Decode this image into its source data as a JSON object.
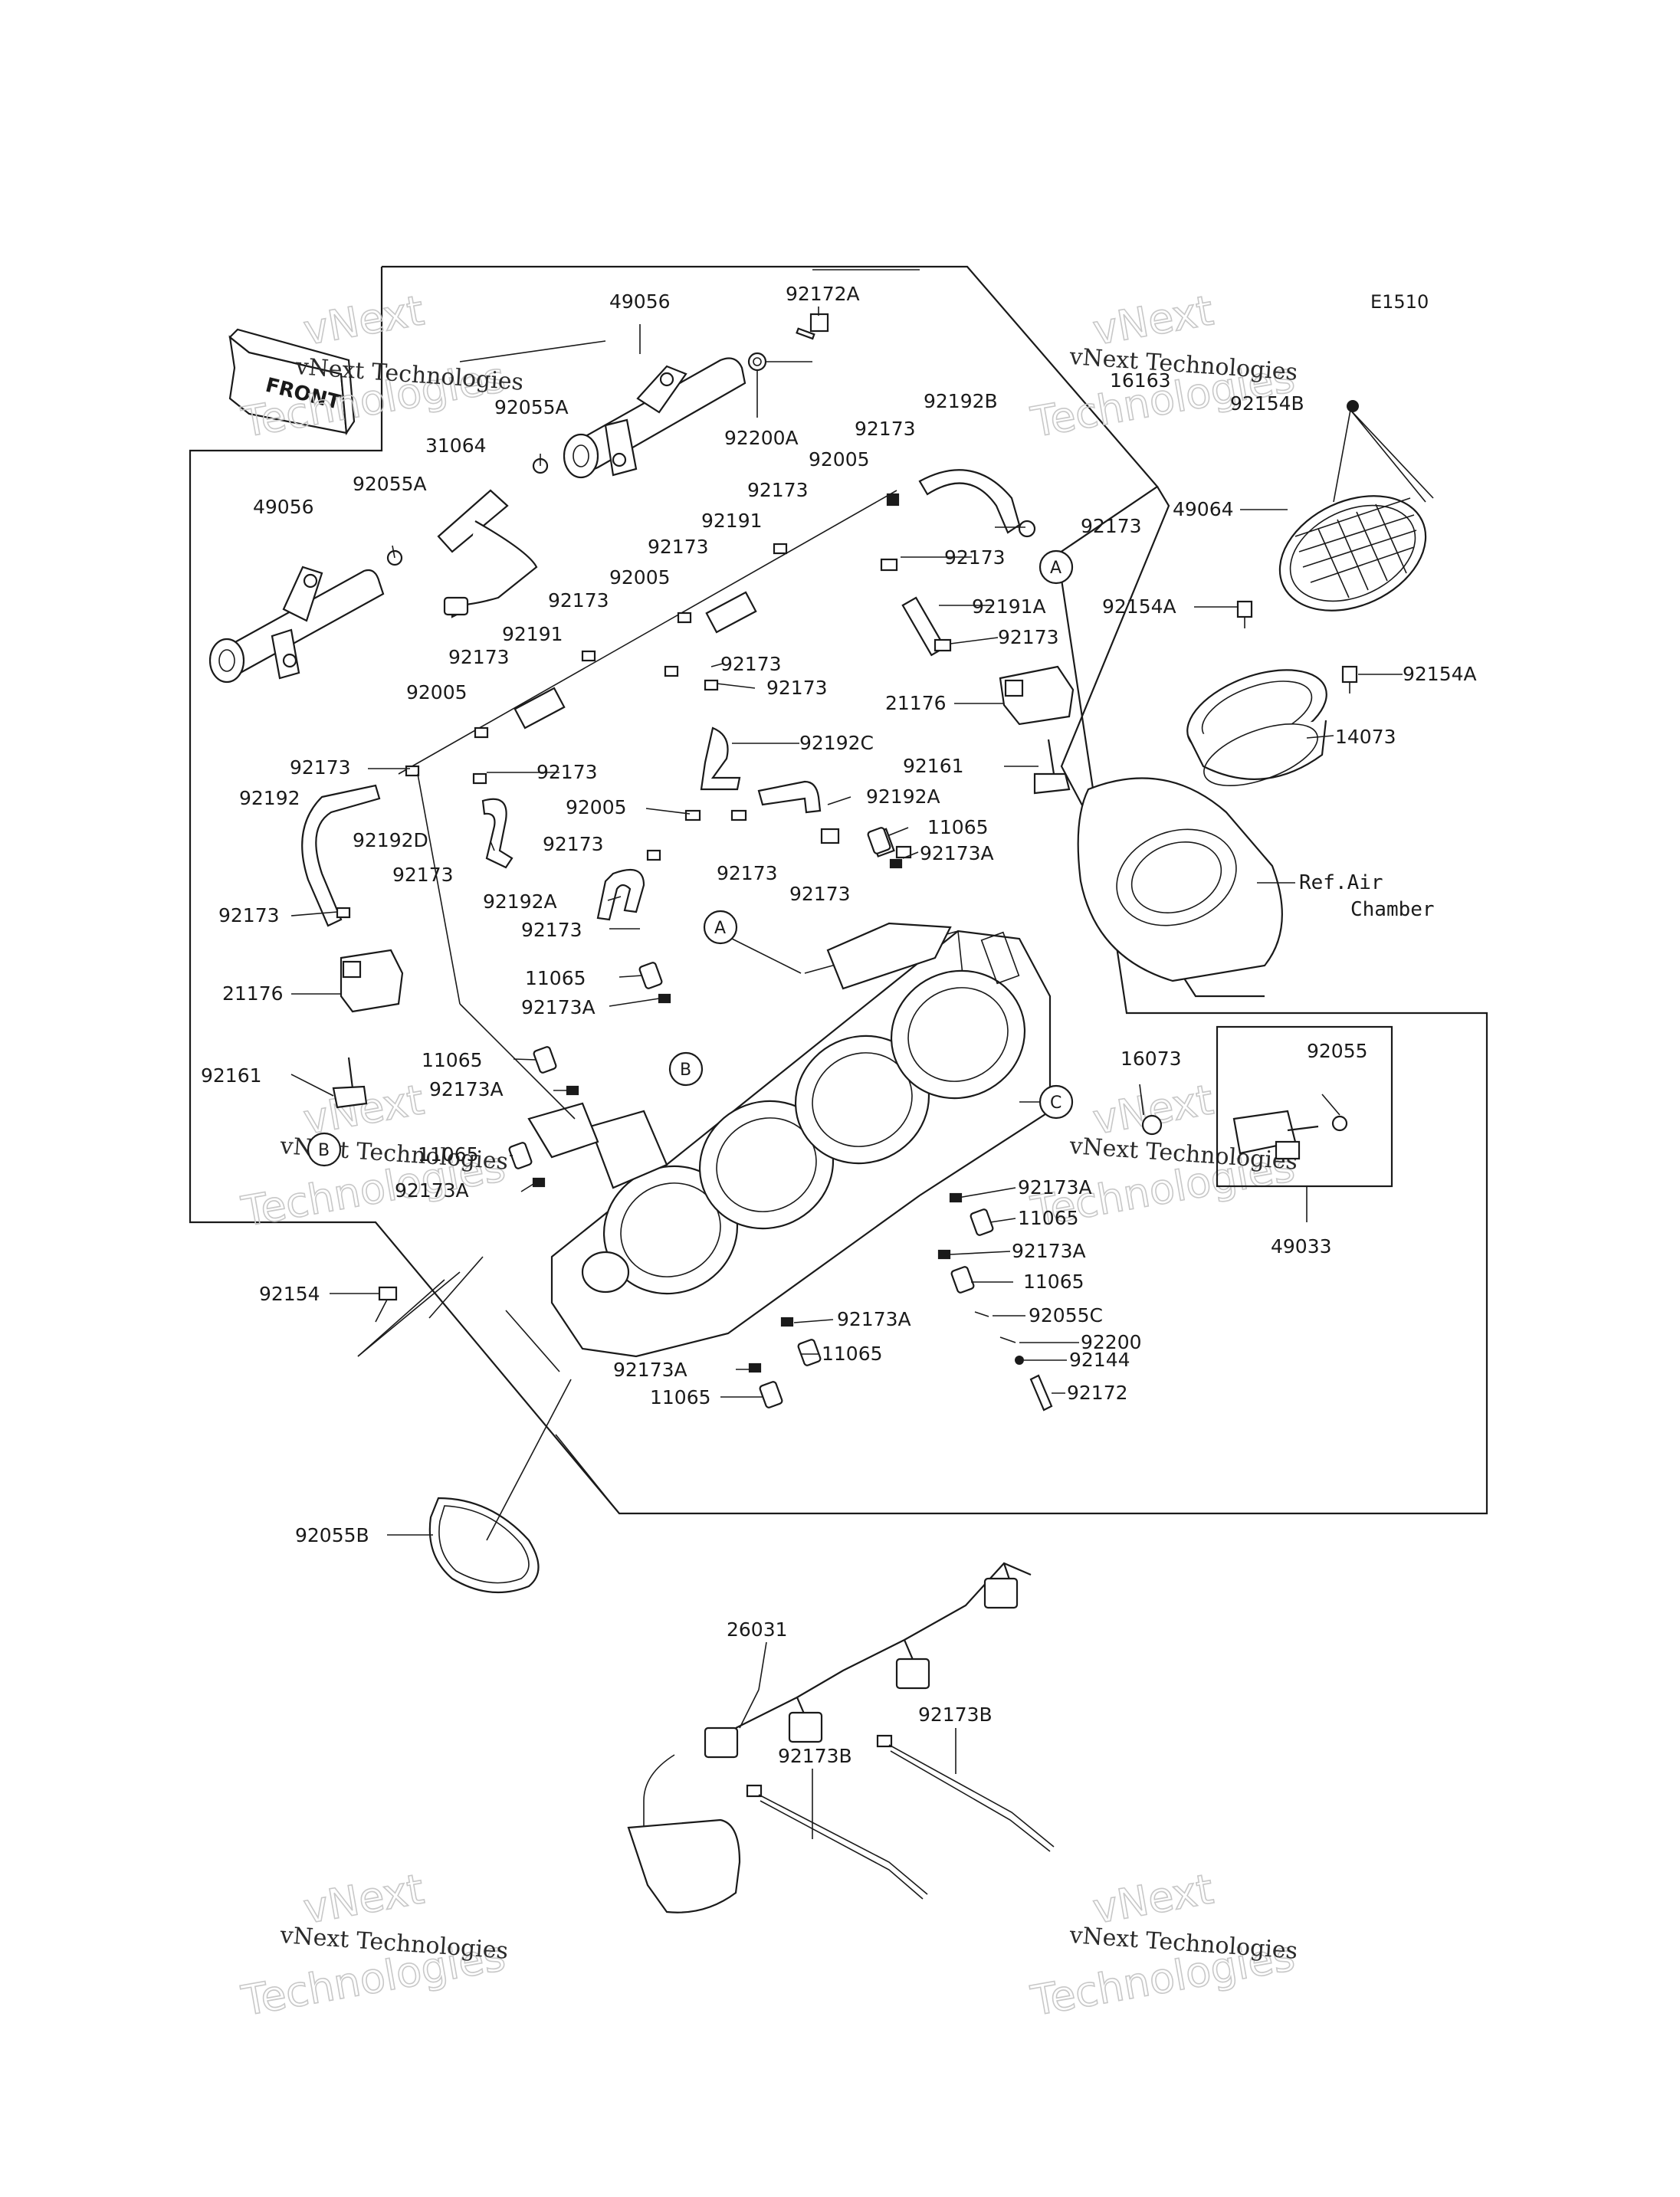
{
  "diagram": {
    "code": "E1510",
    "front_label": "FRONT",
    "ref_text": [
      "Ref.Air",
      "Chamber"
    ],
    "watermark": {
      "small": "vNext Technologies",
      "big": "Technologies",
      "big_top": "vNext"
    },
    "callouts": {
      "a": "A",
      "b": "B",
      "c": "C"
    },
    "labels": {
      "p49056_top": "49056",
      "p92172A": "92172A",
      "p16163": "16163",
      "p92154B": "92154B",
      "p92055A_top": "92055A",
      "p92200A": "92200A",
      "p31064": "31064",
      "p92055A_left": "92055A",
      "p49056_left": "49056",
      "p92173_a": "92173",
      "p92192B": "92192B",
      "p92005_a": "92005",
      "p92173_b": "92173",
      "p92173_c": "92173",
      "p49064": "49064",
      "p92191_a": "92191",
      "p92173_d": "92173",
      "p92173_e": "92173",
      "p92005_b": "92005",
      "p92191A": "92191A",
      "p92154A_a": "92154A",
      "p92173_f": "92173",
      "p92173_g": "92173",
      "p92191_b": "92191",
      "p92173_h": "92173",
      "p92173_i": "92173",
      "p92154A_b": "92154A",
      "p92173_j": "92173",
      "p21176_a": "21176",
      "p92005_c": "92005",
      "p14073": "14073",
      "p92192C": "92192C",
      "p92173_k": "92173",
      "p92161_a": "92161",
      "p92173_l": "92173",
      "p92192": "92192",
      "p92005_d": "92005",
      "p92192A_a": "92192A",
      "p92192D": "92192D",
      "p92173_m": "92173",
      "p11065_a": "11065",
      "p92173_n": "92173",
      "p92173A_a": "92173A",
      "p92173_o": "92173",
      "p92192A_b": "92192A",
      "p92173_p": "92173",
      "p92173_q": "92173",
      "p92173_r": "92173",
      "p11065_b": "11065",
      "p21176_b": "21176",
      "p92173A_b": "92173A",
      "p92161_b": "92161",
      "p11065_c": "11065",
      "p16073": "16073",
      "p92055": "92055",
      "p92173A_c": "92173A",
      "p11065_d": "11065",
      "p92173A_d": "92173A",
      "p92173A_e": "92173A",
      "p11065_e": "11065",
      "p49033": "49033",
      "p92173A_f": "92173A",
      "p11065_f": "11065",
      "p92154": "92154",
      "p92173A_g": "92173A",
      "p92055C": "92055C",
      "p92200": "92200",
      "p11065_g": "11065",
      "p92144": "92144",
      "p92173A_h": "92173A",
      "p92172": "92172",
      "p11065_h": "11065",
      "p92055B": "92055B",
      "p26031": "26031",
      "p92173B_a": "92173B",
      "p92173B_b": "92173B"
    }
  }
}
